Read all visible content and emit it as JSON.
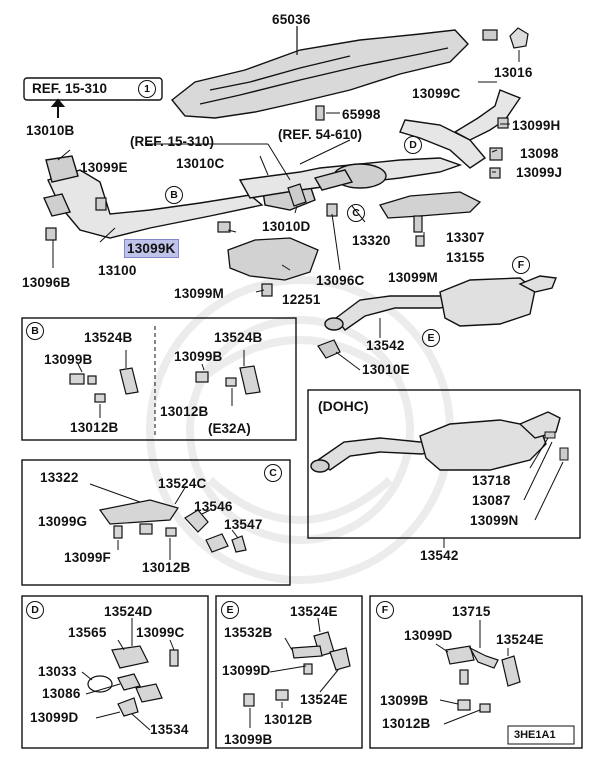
{
  "refs": {
    "ref_top_left": "REF. 15-310",
    "ref_top_left_num": "1",
    "ref_mid": "(REF. 15-310)",
    "ref_right": "(REF. 54-610)",
    "dohc": "(DOHC)",
    "e32a": "(E32A)",
    "diagram_code": "3HE1A1"
  },
  "circle_labels": {
    "B": "B",
    "C": "C",
    "D": "D",
    "E": "E",
    "F": "F"
  },
  "highlight": {
    "part": "13099K",
    "color": "#bfc3ea"
  },
  "parts": {
    "p65036": "65036",
    "p13016": "13016",
    "p13099C_top": "13099C",
    "p65998": "65998",
    "p13099H": "13099H",
    "p13010B": "13010B",
    "p13099E": "13099E",
    "p13010C": "13010C",
    "p13098": "13098",
    "p13099J": "13099J",
    "p13010D": "13010D",
    "p13320": "13320",
    "p13307": "13307",
    "p13099K": "13099K",
    "p13100": "13100",
    "p13096C": "13096C",
    "p13155": "13155",
    "p13096B": "13096B",
    "p13099M_right": "13099M",
    "p13099M_left": "13099M",
    "p12251": "12251",
    "p13542_top": "13542",
    "p13010E": "13010E",
    "b_13524B_1": "13524B",
    "b_13099B_1": "13099B",
    "b_13012B_1": "13012B",
    "b_13524B_2": "13524B",
    "b_13099B_2": "13099B",
    "b_13012B_2": "13012B",
    "c_13322": "13322",
    "c_13524C": "13524C",
    "c_13546": "13546",
    "c_13099G": "13099G",
    "c_13547": "13547",
    "c_13099F": "13099F",
    "c_13012B": "13012B",
    "dohc_13718": "13718",
    "dohc_13087": "13087",
    "dohc_13099N": "13099N",
    "dohc_13542": "13542",
    "d_13524D": "13524D",
    "d_13565": "13565",
    "d_13099C": "13099C",
    "d_13033": "13033",
    "d_13086": "13086",
    "d_13099D": "13099D",
    "d_13534": "13534",
    "e_13524E_1": "13524E",
    "e_13532B": "13532B",
    "e_13099D": "13099D",
    "e_13524E_2": "13524E",
    "e_13012B": "13012B",
    "e_13099B": "13099B",
    "f_13715": "13715",
    "f_13099D": "13099D",
    "f_13524E": "13524E",
    "f_13099B": "13099B",
    "f_13012B": "13012B"
  }
}
